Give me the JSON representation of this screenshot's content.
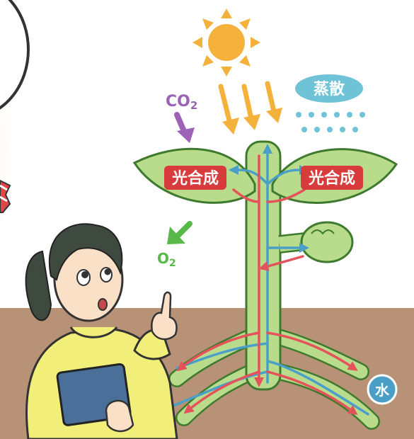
{
  "labels": {
    "co2_main": "CO",
    "co2_sub": "2",
    "o2_main": "O",
    "o2_sub": "2",
    "transpiration": "蒸散",
    "photosynthesis_left": "光合成",
    "photosynthesis_right": "光合成",
    "water": "水"
  },
  "colors": {
    "sun": "#f4b23d",
    "leaf_fill": "#b9dc8c",
    "leaf_outline": "#3e7a2d",
    "soil": "#b89277",
    "xylem_blue": "#4a9fc8",
    "phloem_red": "#e5525a",
    "co2_purple": "#9b62b5",
    "o2_green": "#58b848",
    "badge_red": "#d83b3b",
    "transpiration_badge": "#6fc3d6",
    "sweater_yellow": "#f2ee7a",
    "hair": "#3e4a40",
    "skin": "#fbe0c8",
    "book_blue": "#4a6f99"
  }
}
